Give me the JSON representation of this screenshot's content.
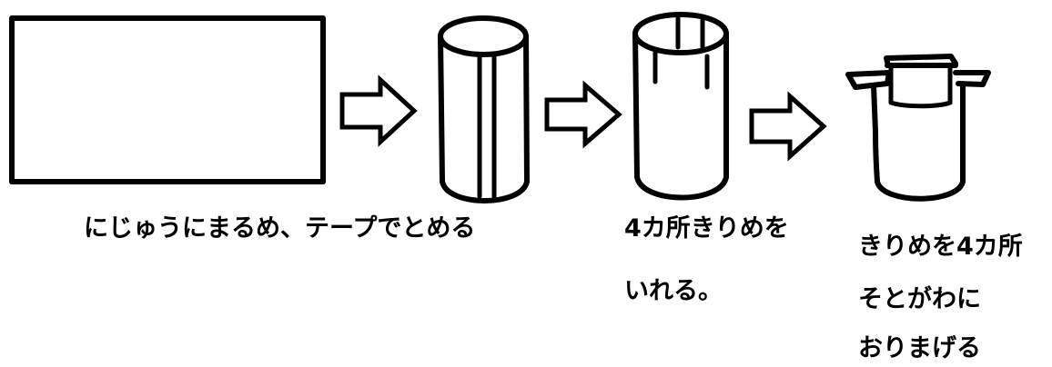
{
  "steps": [
    {
      "id": "step-1",
      "shape": "paper-sheet"
    },
    {
      "id": "step-2",
      "shape": "taped-tube",
      "caption_lines": [
        "にじゅうにまるめ、テープでとめる"
      ]
    },
    {
      "id": "step-3",
      "shape": "tube-with-cuts",
      "caption_lines": [
        "4カ所きりめを",
        "いれる。"
      ]
    },
    {
      "id": "step-4",
      "shape": "tube-folded-flaps",
      "caption_lines": [
        "きりめを4カ所",
        "そとがわに",
        "おりまげる"
      ]
    }
  ],
  "arrow_count": 3,
  "colors": {
    "ink": "#000000",
    "background": "#ffffff"
  }
}
